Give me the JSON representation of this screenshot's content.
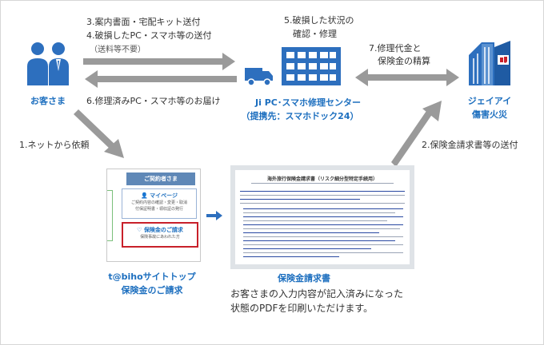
{
  "step3": {
    "line1": "3.案内書面・宅配キット送付"
  },
  "step4": {
    "line1": "4.破損したPC・スマホ等の送付",
    "note": "（送料等不要）"
  },
  "step5": {
    "line1": "5.破損した状況の",
    "line2": "確認・修理"
  },
  "step6": {
    "line1": "6.修理済みPC・スマホ等のお届け"
  },
  "step7": {
    "line1": "7.修理代金と",
    "line2": "保険金の精算"
  },
  "step1": {
    "label": "1.ネットから依頼"
  },
  "step2": {
    "label": "2.保険金請求書等の送付"
  },
  "customer": {
    "label": "お客さま"
  },
  "repair_center": {
    "name": "Ji PC･スマホ修理センター",
    "partner": "（提携先：スマホドック24）"
  },
  "insurer": {
    "name_line1": "ジェイアイ",
    "name_line2": "傷害火災"
  },
  "site": {
    "header": "ご契約者さま",
    "mypage_title": "マイページ",
    "mypage_sub1": "ご契約内容の確認・変更・取消",
    "mypage_sub2": "付保証明書・領収証の発行",
    "claim_title": "保険金のご請求",
    "claim_sub": "保険事故にあわれた方",
    "caption_line1": "t@bihoサイトトップ",
    "caption_line2": "保険金のご請求"
  },
  "document": {
    "doc_title": "海外旅行保険金請求書（リスク細分型特定手続用）",
    "caption_title": "保険金請求書",
    "caption_body_line1": "お客さまの入力内容が記入済みになった",
    "caption_body_line2": "状態のPDFを印刷いただけます。"
  },
  "colors": {
    "accent_blue": "#1d6fbf",
    "icon_blue": "#2d6fbe",
    "arrow_gray": "#9a9a9a",
    "claim_border_red": "#c8202a"
  }
}
